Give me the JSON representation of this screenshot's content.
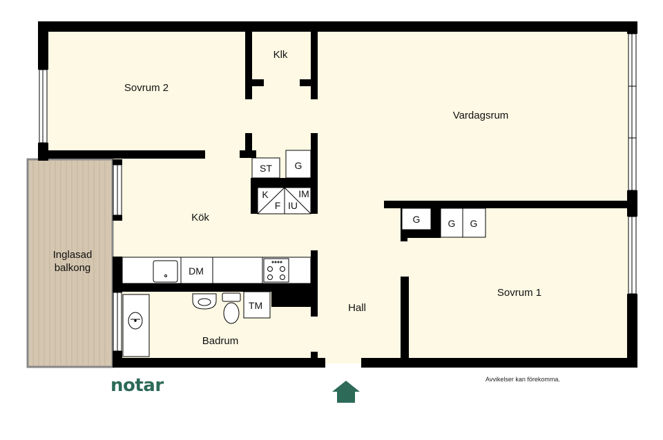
{
  "rooms": {
    "sovrum2": "Sovrum 2",
    "klk": "Klk",
    "vardagsrum": "Vardagsrum",
    "kok": "Kök",
    "inglasad_line1": "Inglasad",
    "inglasad_line2": "balkong",
    "badrum": "Badrum",
    "hall": "Hall",
    "sovrum1": "Sovrum 1"
  },
  "fixtures": {
    "st": "ST",
    "g": "G",
    "k": "K",
    "f": "F",
    "iu": "IU",
    "im": "IM",
    "dm": "DM",
    "tm": "TM"
  },
  "brand": {
    "logo": "notar",
    "color": "#2d6a58"
  },
  "disclaimer": "Avvikelser kan förekomma.",
  "colors": {
    "floor": "#fdf9e4",
    "wall": "#000000",
    "balcony": "#d4c6b0",
    "entrance_arrow": "#2d6a58"
  }
}
